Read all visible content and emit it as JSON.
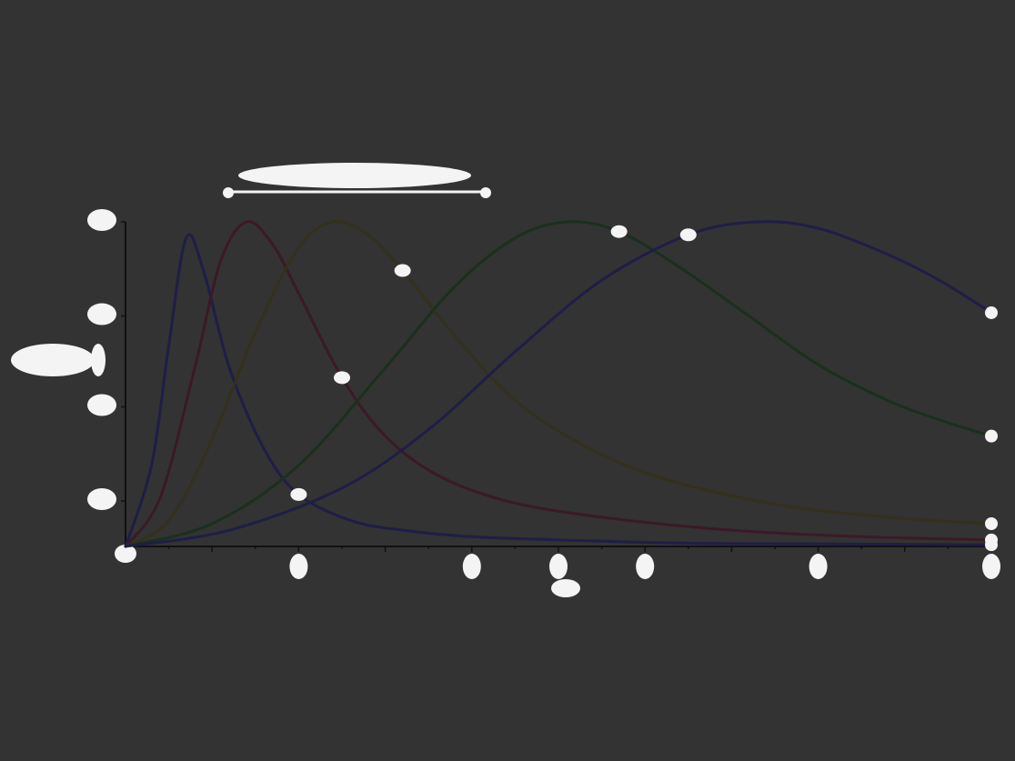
{
  "chart_data": {
    "type": "line",
    "title": "",
    "xlabel": "",
    "ylabel": "",
    "xlim": [
      0,
      10
    ],
    "ylim": [
      0,
      1
    ],
    "grid": false,
    "legend": "none",
    "series": [
      {
        "color": "#1e1e46",
        "x": [
          0,
          0.3,
          0.5,
          0.7,
          0.9,
          1.2,
          1.6,
          2.0,
          2.6,
          3.2,
          4.0,
          5.0,
          6.5,
          8.0,
          10.0
        ],
        "y": [
          0,
          0.25,
          0.62,
          0.95,
          0.85,
          0.55,
          0.3,
          0.16,
          0.08,
          0.05,
          0.03,
          0.02,
          0.01,
          0.008,
          0.005
        ]
      },
      {
        "color": "#3a1a26",
        "x": [
          0,
          0.4,
          0.8,
          1.1,
          1.4,
          1.7,
          2.0,
          2.5,
          3.0,
          3.6,
          4.4,
          5.5,
          7.0,
          8.5,
          10.0
        ],
        "y": [
          0,
          0.15,
          0.55,
          0.88,
          1.0,
          0.93,
          0.78,
          0.52,
          0.34,
          0.22,
          0.14,
          0.09,
          0.05,
          0.03,
          0.02
        ]
      },
      {
        "color": "#34301c",
        "x": [
          0,
          0.5,
          1.0,
          1.5,
          2.0,
          2.4,
          2.8,
          3.2,
          3.8,
          4.5,
          5.3,
          6.2,
          7.5,
          8.8,
          10.0
        ],
        "y": [
          0,
          0.08,
          0.33,
          0.66,
          0.92,
          1.0,
          0.96,
          0.85,
          0.65,
          0.45,
          0.31,
          0.21,
          0.13,
          0.09,
          0.07
        ]
      },
      {
        "color": "#1a301c",
        "x": [
          0,
          1.0,
          2.0,
          3.0,
          3.8,
          4.5,
          5.1,
          5.7,
          6.4,
          7.2,
          8.0,
          8.8,
          9.4,
          10.0
        ],
        "y": [
          0,
          0.07,
          0.25,
          0.55,
          0.8,
          0.95,
          1.0,
          0.97,
          0.86,
          0.71,
          0.56,
          0.45,
          0.39,
          0.34
        ]
      },
      {
        "color": "#1e1e46",
        "x": [
          0,
          1.2,
          2.5,
          3.5,
          4.5,
          5.5,
          6.5,
          7.3,
          8.0,
          8.8,
          9.4,
          10.0
        ],
        "y": [
          0,
          0.05,
          0.18,
          0.36,
          0.6,
          0.82,
          0.96,
          1.0,
          0.98,
          0.9,
          0.82,
          0.72
        ]
      }
    ]
  },
  "colors": {
    "background": "#333333",
    "label_marks": "#f4f4f4",
    "axis": "#111111"
  }
}
